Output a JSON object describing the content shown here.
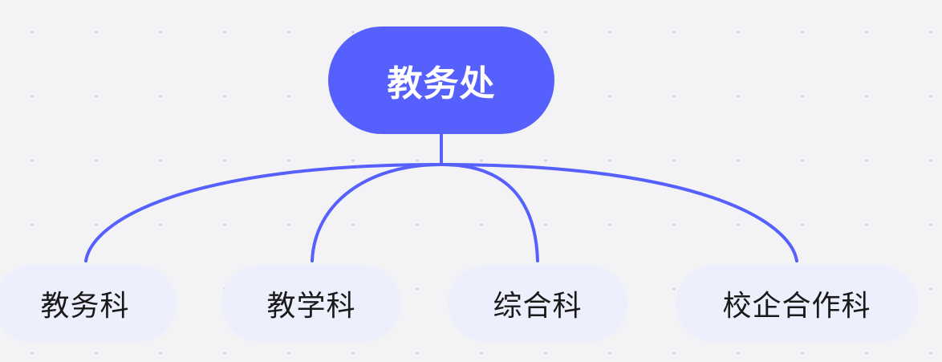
{
  "colors": {
    "accent": "#5660fc",
    "child_background": "#eeeffd",
    "connector": "#5660fc"
  },
  "root": {
    "label": "教务处"
  },
  "children": [
    {
      "label": "教务科"
    },
    {
      "label": "教学科"
    },
    {
      "label": "综合科"
    },
    {
      "label": "校企合作科"
    }
  ]
}
